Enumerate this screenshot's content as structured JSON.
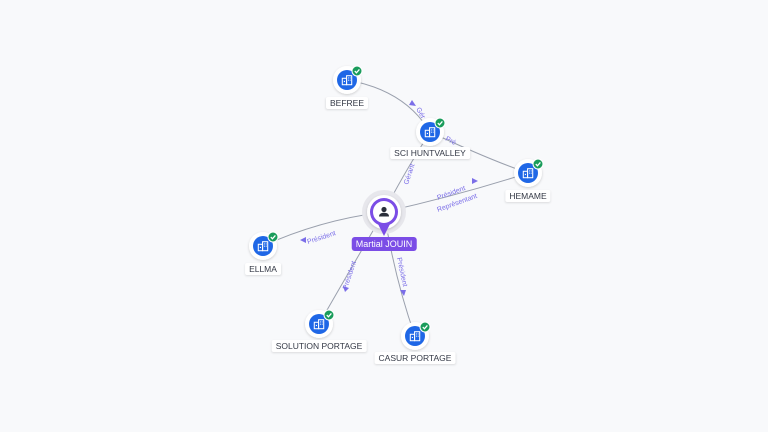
{
  "colors": {
    "company_circle": "#1f67e6",
    "check_badge": "#1a9c5b",
    "person_pin": "#7b4de6",
    "edge": "#9aa0ad",
    "edge_label": "#7b6ee8"
  },
  "icons": {
    "company": "building-icon",
    "verified": "check-circle-icon",
    "person": "user-icon"
  },
  "center": {
    "label": "Martial JOUIN"
  },
  "companies": [
    {
      "id": "befree",
      "label": "BEFREE"
    },
    {
      "id": "sci_huntvalley",
      "label": "SCI HUNTVALLEY"
    },
    {
      "id": "hemame",
      "label": "HEMAME"
    },
    {
      "id": "ellma",
      "label": "ELLMA"
    },
    {
      "id": "solution_portage",
      "label": "SOLUTION PORTAGE"
    },
    {
      "id": "casur_portage",
      "label": "CASUR PORTAGE"
    }
  ],
  "relations": [
    {
      "from": "center",
      "to": "sci_huntvalley",
      "label": "Gérant"
    },
    {
      "from": "sci_huntvalley",
      "to": "befree",
      "label": "Gér"
    },
    {
      "from": "sci_huntvalley",
      "to": "hemame",
      "label": "Pré"
    },
    {
      "from": "center",
      "to": "hemame",
      "label": "Président"
    },
    {
      "from": "center",
      "to": "hemame",
      "label": "Représentant"
    },
    {
      "from": "center",
      "to": "ellma",
      "label": "Président"
    },
    {
      "from": "center",
      "to": "solution_portage",
      "label": "Président"
    },
    {
      "from": "center",
      "to": "casur_portage",
      "label": "Président"
    }
  ]
}
